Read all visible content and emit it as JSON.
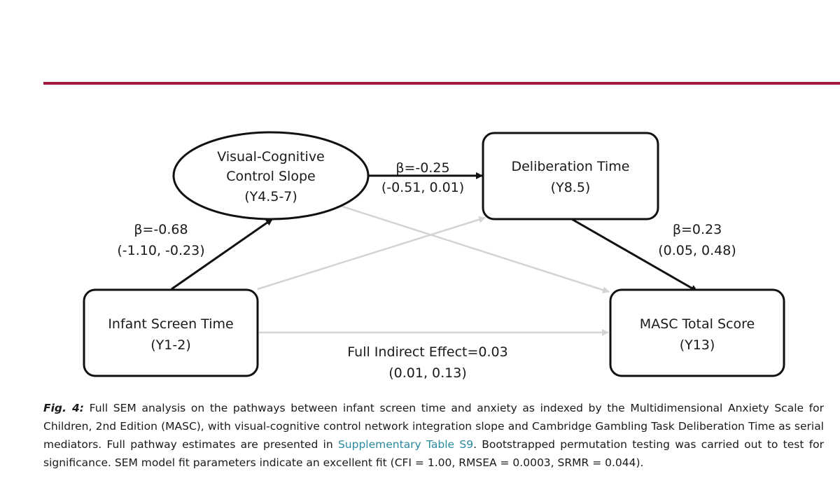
{
  "colors": {
    "rule": "#a0183c",
    "significant_path": "#111111",
    "nonsignificant_path": "#d4d4d4",
    "link": "#2b8a9e"
  },
  "nodes": {
    "mediator1": {
      "lines": [
        "Visual-Cognitive",
        "Control Slope",
        "(Y4.5-7)"
      ],
      "shape": "ellipse"
    },
    "mediator2": {
      "lines": [
        "Deliberation Time",
        "(Y8.5)"
      ],
      "shape": "rounded-rectangle"
    },
    "exposure": {
      "lines": [
        "Infant Screen Time",
        "(Y1-2)"
      ],
      "shape": "rounded-rectangle"
    },
    "outcome": {
      "lines": [
        "MASC Total Score",
        "(Y13)"
      ],
      "shape": "rounded-rectangle"
    }
  },
  "edges": {
    "exposure_to_mediator1": {
      "beta": "β=-0.68",
      "ci": "(-1.10, -0.23)",
      "significant": true
    },
    "mediator1_to_mediator2": {
      "beta": "β=-0.25",
      "ci": "(-0.51, 0.01)",
      "significant": true
    },
    "mediator2_to_outcome": {
      "beta": "β=0.23",
      "ci": "(0.05, 0.48)",
      "significant": true
    },
    "exposure_to_outcome": {
      "beta": "Full Indirect Effect=0.03",
      "ci": "(0.01, 0.13)",
      "significant": false
    },
    "exposure_to_mediator2": {
      "significant": false
    },
    "mediator1_to_outcome": {
      "significant": false
    }
  },
  "caption": {
    "label": "Fig. 4:",
    "text_before_link": " Full SEM analysis on the pathways between infant screen time and anxiety as indexed by the Multidimensional Anxiety Scale for Children, 2nd Edition (MASC), with visual-cognitive control network integration slope and Cambridge Gambling Task Deliberation Time as serial mediators. Full pathway estimates are presented in ",
    "link_text": "Supplementary Table S9",
    "text_after_link": ". Bootstrapped permutation testing was carried out to test for significance. SEM model fit parameters indicate an excellent fit (CFI = 1.00, RMSEA = 0.0003, SRMR = 0.044)."
  }
}
